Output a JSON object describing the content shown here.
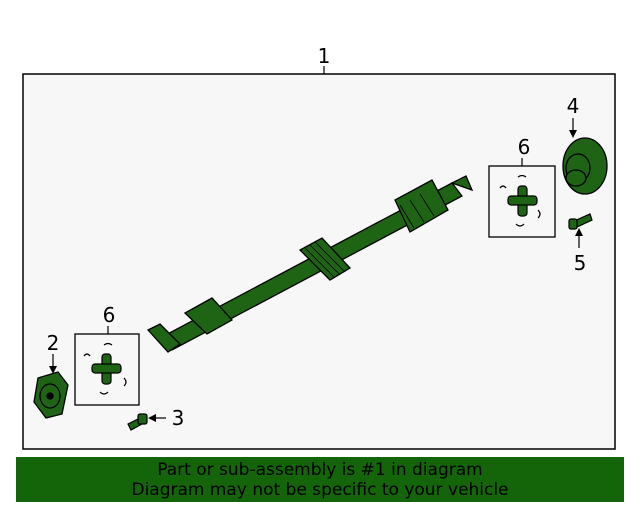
{
  "callouts": {
    "shaft": "1",
    "front_flange": "2",
    "front_bolt": "3",
    "rear_flange": "4",
    "rear_bolt": "5",
    "ujoint_rear": "6",
    "ujoint_front": "6"
  },
  "banner": {
    "line1": "Part or sub-assembly is #1 in diagram",
    "line2": "Diagram may not be specific to your vehicle"
  },
  "colors": {
    "part_fill": "#1e6414",
    "banner_bg": "#14640a",
    "panel_bg": "#f7f7f7"
  }
}
